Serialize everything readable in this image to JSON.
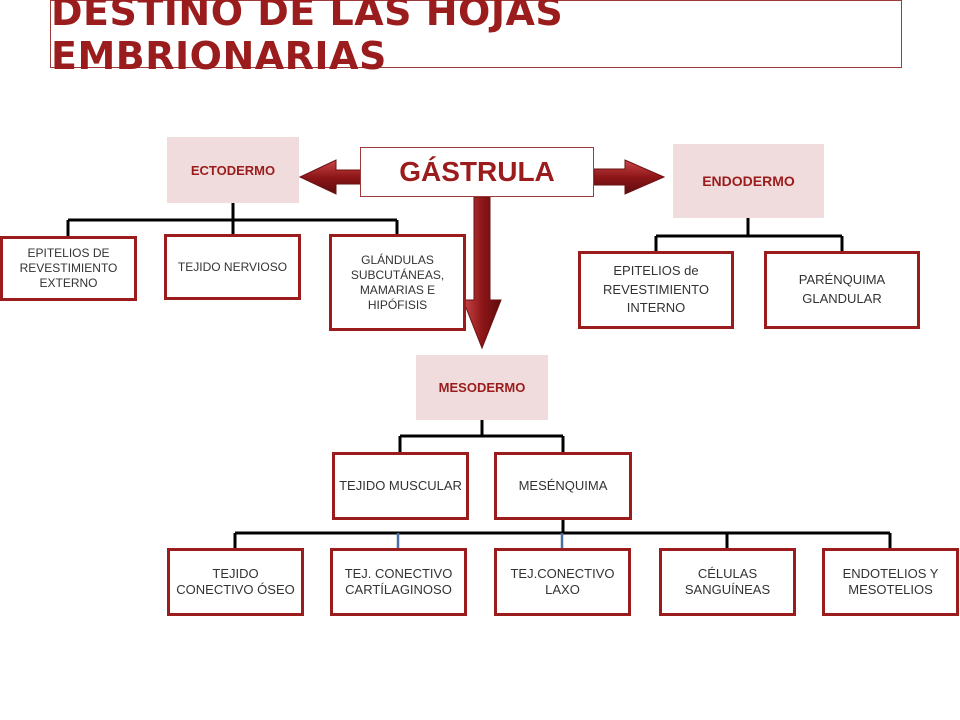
{
  "title": "DESTINO DE LAS HOJAS EMBRIONARIAS",
  "center": "GÁSTRULA",
  "ectodermo": {
    "label": "ECTODERMO",
    "children": [
      "EPITELIOS DE REVESTIMIENTO EXTERNO",
      "TEJIDO NERVIOSO",
      "GLÁNDULAS SUBCUTÁNEAS, MAMARIAS E HIPÓFISIS"
    ]
  },
  "endodermo": {
    "label": "ENDODERMO",
    "children": [
      "EPITELIOS de REVESTIMIENTO INTERNO",
      "PARÉNQUIMA GLANDULAR"
    ]
  },
  "mesodermo": {
    "label": "MESODERMO",
    "children": [
      "TEJIDO MUSCULAR",
      "MESÉNQUIMA"
    ],
    "mesenquima_children": [
      "TEJIDO CONECTIVO ÓSEO",
      "TEJ. CONECTIVO CARTÍLAGINOSO",
      "TEJ.CONECTIVO LAXO",
      "CÉLULAS SANGUÍNEAS",
      "ENDOTELIOS Y MESOTELIOS"
    ]
  },
  "colors": {
    "accent": "#9b1c1c",
    "head_fill": "#f0dcdd",
    "connector": "#000000",
    "blue_tick": "#4a6fa5"
  }
}
